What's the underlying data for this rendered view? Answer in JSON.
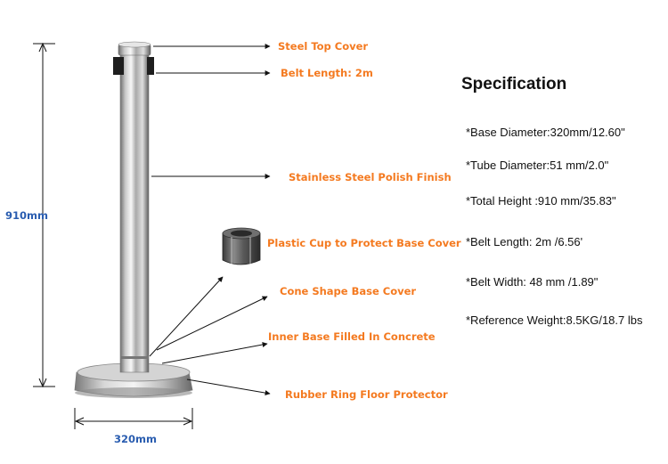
{
  "callouts": {
    "top_cover": "Steel Top Cover",
    "belt_length": "Belt Length: 2m",
    "finish": "Stainless Steel Polish Finish",
    "plastic_cup": "Plastic Cup to Protect Base Cover",
    "cone_base": "Cone Shape Base Cover",
    "inner_base": "Inner Base Filled In Concrete",
    "rubber_ring": "Rubber Ring Floor Protector"
  },
  "dimensions": {
    "height": "910mm",
    "width": "320mm"
  },
  "specification": {
    "title": "Specification",
    "items": [
      "*Base Diameter:320mm/12.60\"",
      "*Tube Diameter:51 mm/2.0\"",
      "*Total Height :910 mm/35.83\"",
      "*Belt Length: 2m /6.56'",
      "*Belt Width: 48 mm /1.89\"",
      "*Reference Weight:8.5KG/18.7 lbs"
    ]
  },
  "colors": {
    "callout_text": "#f47a20",
    "dimension_text": "#2a5db0",
    "steel_dark": "#6f6f6f",
    "steel_light": "#f2f2f2"
  }
}
